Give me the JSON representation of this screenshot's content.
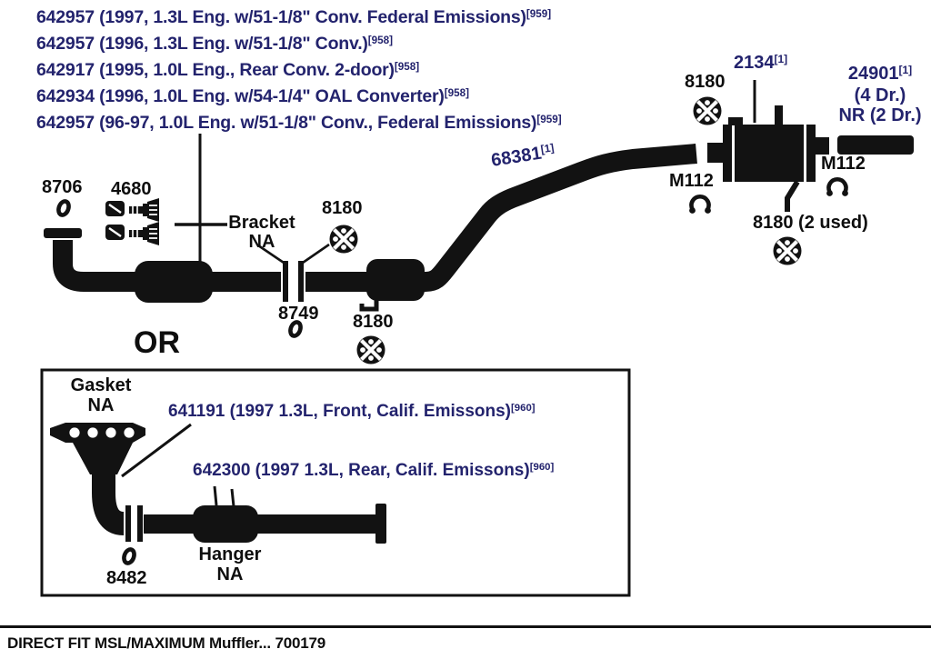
{
  "header": {
    "lines": [
      {
        "text": "642957 (1997, 1.3L Eng. w/51-1/8\" Conv. Federal Emissions)",
        "sup": "[959]"
      },
      {
        "text": "642957 (1996, 1.3L Eng. w/51-1/8\" Conv.)",
        "sup": "[958]"
      },
      {
        "text": "642917 (1995, 1.0L Eng., Rear Conv. 2-door)",
        "sup": "[958]"
      },
      {
        "text": "642934 (1996, 1.0L Eng. w/54-1/4\" OAL Converter)",
        "sup": "[958]"
      },
      {
        "text": "642957 (96-97, 1.0L Eng. w/51-1/8\" Conv., Federal Emissions)",
        "sup": "[959]"
      }
    ]
  },
  "diagram": {
    "labels": {
      "gasket_8706": "8706",
      "hardware_4680": "4680",
      "bracket_line1": "Bracket",
      "bracket_line2": "NA",
      "gasket_8180_mid": "8180",
      "ring_8749": "8749",
      "gasket_8180_lower": "8180",
      "pipe_68381": {
        "text": "68381",
        "sup": "[1]"
      },
      "clamp_m112_left": "M112",
      "gasket_8180_top": "8180",
      "muffler_2134": {
        "text": "2134",
        "sup": "[1]"
      },
      "tailpipe_24901": {
        "text": "24901",
        "sup": "[1]"
      },
      "tailpipe_4dr": "(4 Dr.)",
      "tailpipe_2dr": "NR (2 Dr.)",
      "clamp_m112_right": "M112",
      "gasket_8180_muffler": "8180 (2 used)",
      "or_divider": "OR"
    },
    "alt_box": {
      "gasket_line1": "Gasket",
      "gasket_line2": "NA",
      "front_pipe": {
        "text": "641191 (1997 1.3L, Front, Calif. Emissons)",
        "sup": "[960]"
      },
      "rear_pipe": {
        "text": "642300 (1997 1.3L, Rear, Calif. Emissons)",
        "sup": "[960]"
      },
      "ring_8482": "8482",
      "hanger_line1": "Hanger",
      "hanger_line2": "NA"
    },
    "icons": [
      "flange-gasket-icon",
      "saddle-clamp-icon",
      "oring-gasket-icon",
      "nut-icon",
      "bolt-icon",
      "manifold-flange-icon"
    ]
  },
  "footer": {
    "caption": "DIRECT FIT MSL/MAXIMUM Muffler... 700179"
  },
  "colors": {
    "label_navy": "#23236d",
    "diagram_black": "#121212",
    "background": "#ffffff"
  }
}
